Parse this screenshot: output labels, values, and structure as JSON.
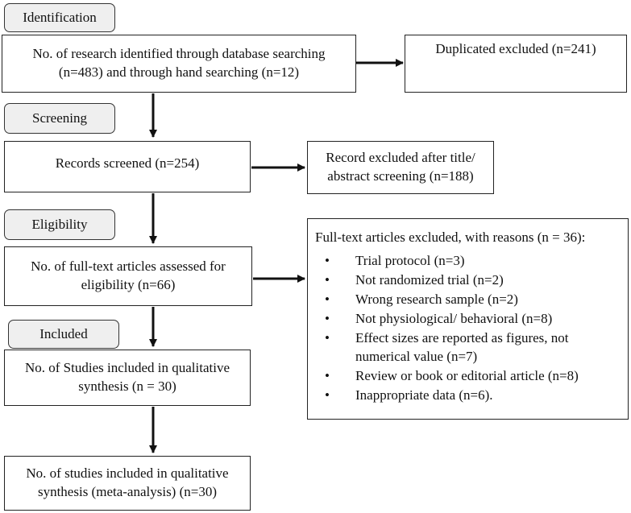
{
  "phases": {
    "identification": "Identification",
    "screening": "Screening",
    "eligibility": "Eligibility",
    "included": "Included"
  },
  "boxes": {
    "identified": "No. of research identified through database searching (n=483) and through hand searching (n=12)",
    "duplicates": "Duplicated excluded (n=241)",
    "screened": "Records screened (n=254)",
    "excluded_title": "Record excluded after title/ abstract screening (n=188)",
    "fulltext": "No. of full-text articles assessed for eligibility (n=66)",
    "qualitative": "No. of Studies included in qualitative synthesis (n = 30)",
    "meta": "No. of studies included in qualitative synthesis (meta-analysis) (n=30)"
  },
  "reasons": {
    "heading": "Full-text articles excluded, with reasons (n = 36):",
    "bullet": "•",
    "items": [
      "Trial protocol (n=3)",
      "Not randomized trial (n=2)",
      "Wrong research sample (n=2)",
      "Not physiological/ behavioral (n=8)",
      "Effect sizes are reported as figures, not numerical value (n=7)",
      "Review or book or editorial article (n=8)",
      "Inappropriate data (n=6)."
    ]
  }
}
